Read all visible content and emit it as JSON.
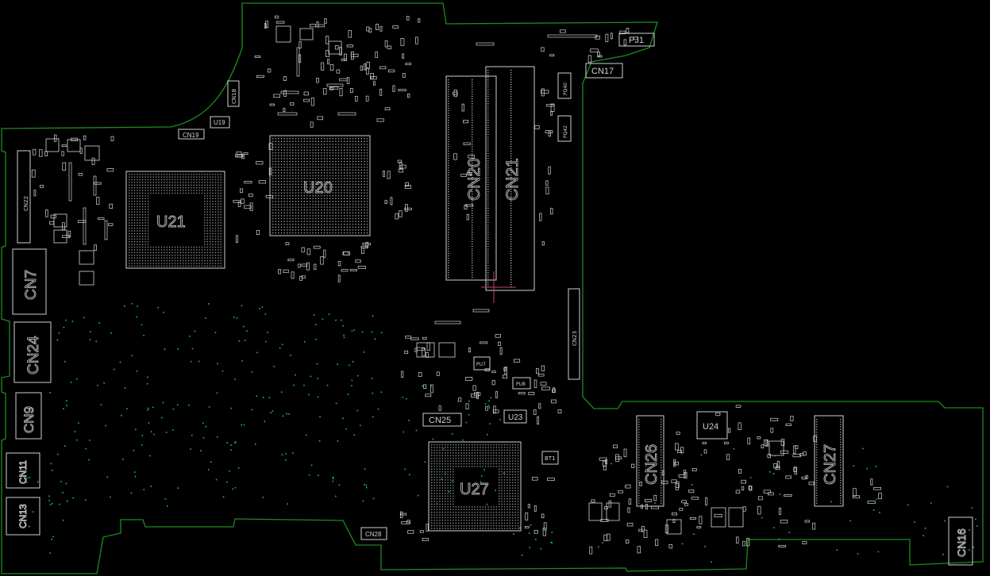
{
  "viewer": {
    "title": "Board layout viewer",
    "colors": {
      "background": "#000000",
      "outline": "#1f8a1f",
      "silkscreen": "#d9d9d9",
      "via": "#19b3a3",
      "highlight": "#c0436a"
    }
  },
  "labels": {
    "u20": "U20",
    "u21": "U21",
    "u27": "U27",
    "u24": "U24",
    "u23": "U23",
    "u19": "U19",
    "cn20": "CN20",
    "cn21": "CN21",
    "cn26": "CN26",
    "cn27": "CN27",
    "cn7": "CN7",
    "cn24": "CN24",
    "cn9": "CN9",
    "cn11": "CN11",
    "cn13": "CN13",
    "cn16": "CN16",
    "cn17": "CN17",
    "cn18": "CN18",
    "cn19": "CN19",
    "cn22": "CN22",
    "cn23": "CN23",
    "cn25": "CN25",
    "cn28": "CN28",
    "pj1": "PJ1",
    "bt1": "BT1",
    "pq40": "PQ40",
    "pq42": "PQ42",
    "pu7": "PU7",
    "pu8": "PU8"
  }
}
